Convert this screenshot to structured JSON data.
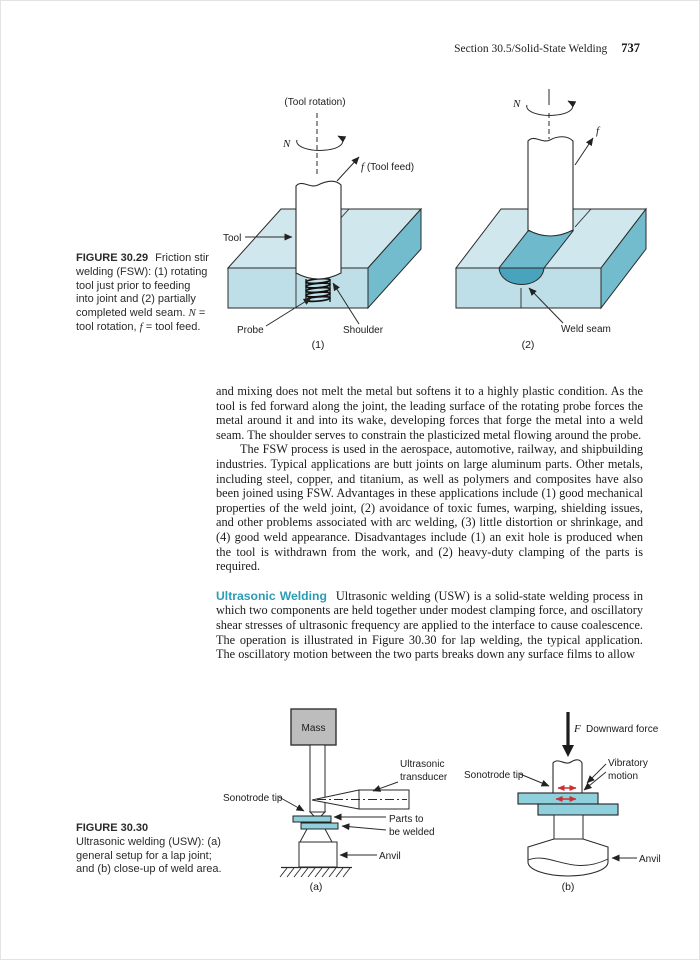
{
  "page": {
    "running_head": "Section 30.5/Solid-State Welding",
    "page_number": "737"
  },
  "fig29": {
    "caption": {
      "label": "FIGURE 30.29",
      "t1": "Friction stir welding (FSW): (1) rotating tool just prior to feeding into joint and (2) partially completed weld seam. ",
      "n": "N",
      "t2": " = tool rotation, ",
      "f": "f",
      "t3": " = tool feed."
    },
    "d1": {
      "tool_rotation": "(Tool rotation)",
      "n": "N",
      "f": "f",
      "feed": " (Tool feed)",
      "tool": "Tool",
      "probe": "Probe",
      "shoulder": "Shoulder",
      "index": "(1)"
    },
    "d2": {
      "n": "N",
      "f": "f",
      "weld_seam": "Weld seam",
      "index": "(2)"
    }
  },
  "body": {
    "para1": "and mixing does not melt the metal but softens it to a highly plastic condition. As the tool is fed forward along the joint, the leading surface of the rotating probe forces the metal around it and into its wake, developing forces that forge the metal into a weld seam. The shoulder serves to constrain the plasticized metal flowing around the probe.",
    "para2": "The FSW process is used in the aerospace, automotive, railway, and shipbuilding industries. Typical applications are butt joints on large aluminum parts. Other metals, including steel, copper, and titanium, as well as polymers and composites have also been joined using FSW. Advantages in these applications include (1) good mechanical properties of the weld joint, (2) avoidance of toxic fumes, warping, shielding issues, and other problems associated with arc welding, (3) little distortion or shrinkage, and (4) good weld appearance.  Disadvantages include (1) an exit hole is produced when the tool is withdrawn from the work, and (2) heavy-duty clamping of the parts is required.",
    "para3_lead": "Ultrasonic Welding",
    "para3": "Ultrasonic welding (USW) is a solid-state welding process in which two components are held together under modest clamping force, and oscillatory shear stresses of ultrasonic frequency are applied to the interface to cause coalescence. The operation is illustrated in Figure 30.30 for lap welding, the typical application. The oscillatory motion between the two parts breaks down any surface films to allow"
  },
  "fig30": {
    "caption": {
      "label": "FIGURE 30.30",
      "body": "Ultrasonic welding (USW): (a) general setup for a lap joint; and (b) close-up of weld area."
    },
    "a": {
      "mass": "Mass",
      "transducer_1": "Ultrasonic",
      "transducer_2": "transducer",
      "sonotrode": "Sonotrode tip",
      "parts_1": "Parts to",
      "parts_2": "be welded",
      "anvil": "Anvil",
      "index": "(a)"
    },
    "b": {
      "f": "F",
      "force": "Downward force",
      "sonotrode": "Sonotrode tip",
      "vibratory_1": "Vibratory",
      "vibratory_2": "motion",
      "anvil": "Anvil",
      "index": "(b)"
    }
  },
  "colors": {
    "heading_teal": "#2a9cb7",
    "block_top": "#d0e7ee",
    "block_front": "#bfdfe8",
    "block_side": "#72bccd",
    "weld_channel": "#6fb9cc",
    "weld_u": "#49a3bd",
    "plate_teal": "#8fd0dc",
    "mass_gray": "#bcbdbc",
    "arrow_red": "#cc3030"
  }
}
